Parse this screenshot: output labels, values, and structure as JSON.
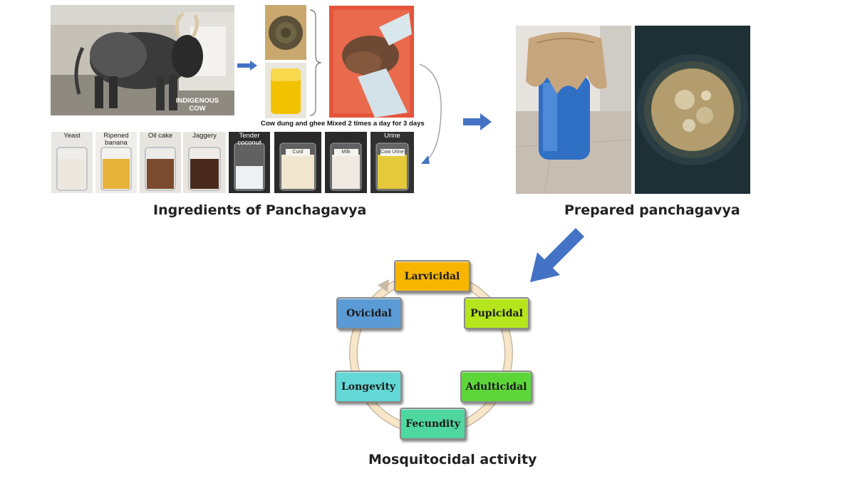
{
  "ingredients_caption": "Ingredients of Panchagavya",
  "prepared_caption": "Prepared panchagavya",
  "activity_caption": "Mosquitocidal activity",
  "cow_label": "INDIGENOUS\nCOW",
  "dung_ghee_caption": "Cow dung and ghee Mixed 2 times a day for 3 days",
  "ingredients": [
    {
      "label": "Yeast",
      "jar_label": ""
    },
    {
      "label": "Ripened\nbanana",
      "jar_label": ""
    },
    {
      "label": "Oil cake",
      "jar_label": ""
    },
    {
      "label": "Jaggery",
      "jar_label": ""
    },
    {
      "label": "Tender\ncoconut",
      "jar_label": ""
    },
    {
      "label": "Curd",
      "jar_label": "Curd"
    },
    {
      "label": "Milk",
      "jar_label": "Milk"
    },
    {
      "label": "Urine",
      "jar_label": "Cow Urine"
    }
  ],
  "cycle": [
    {
      "label": "Larvicidal",
      "color": "#f7b500"
    },
    {
      "label": "Pupicidal",
      "color": "#b5e61d"
    },
    {
      "label": "Adulticidal",
      "color": "#5ed63a"
    },
    {
      "label": "Fecundity",
      "color": "#4fd7a0"
    },
    {
      "label": "Longevity",
      "color": "#63d8d6"
    },
    {
      "label": "Ovicidal",
      "color": "#5b9bd5"
    }
  ],
  "colors": {
    "arrow": "#4472c4",
    "ring": "#f8e6c8",
    "ring_edge": "#c9b9a6"
  },
  "icons": [
    "cow-photo",
    "cow-dung-photo",
    "ghee-photo",
    "mixing-photo",
    "drum-photo",
    "bucket-photo"
  ]
}
